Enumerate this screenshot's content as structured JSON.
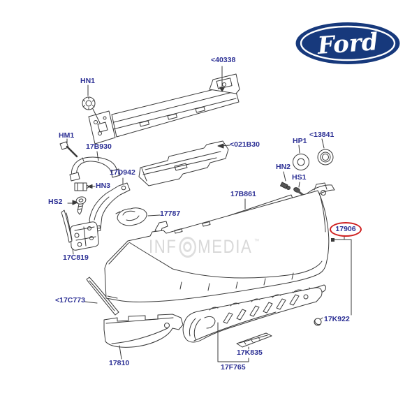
{
  "logo": {
    "brand": "Ford"
  },
  "watermark": {
    "part1": "INF",
    "part2": "MEDIA",
    "tm": "™"
  },
  "highlight": {
    "part_number": "17906",
    "ring_color": "#cf1f1f"
  },
  "colors": {
    "label_text": "#2b2f94",
    "line": "#3a3a3a",
    "ford_blue": "#17397c",
    "watermark": "#d8d8d8"
  },
  "labels": [
    {
      "id": "40338",
      "text": "<40338"
    },
    {
      "id": "hn1",
      "text": "HN1"
    },
    {
      "id": "hm1",
      "text": "HM1"
    },
    {
      "id": "17b930",
      "text": "17B930"
    },
    {
      "id": "17d942",
      "text": "17D942"
    },
    {
      "id": "hn3",
      "text": "HN3"
    },
    {
      "id": "hs2",
      "text": "HS2"
    },
    {
      "id": "17c819",
      "text": "17C819"
    },
    {
      "id": "17c773",
      "text": "<17C773"
    },
    {
      "id": "021b30",
      "text": "<021B30"
    },
    {
      "id": "hp1",
      "text": "HP1"
    },
    {
      "id": "13841",
      "text": "<13841"
    },
    {
      "id": "hn2",
      "text": "HN2"
    },
    {
      "id": "hs1",
      "text": "HS1"
    },
    {
      "id": "17b861",
      "text": "17B861"
    },
    {
      "id": "17787",
      "text": "17787"
    },
    {
      "id": "17k922",
      "text": "17K922"
    },
    {
      "id": "17810",
      "text": "17810"
    },
    {
      "id": "17k835",
      "text": "17K835"
    },
    {
      "id": "17f765",
      "text": "17F765"
    }
  ]
}
